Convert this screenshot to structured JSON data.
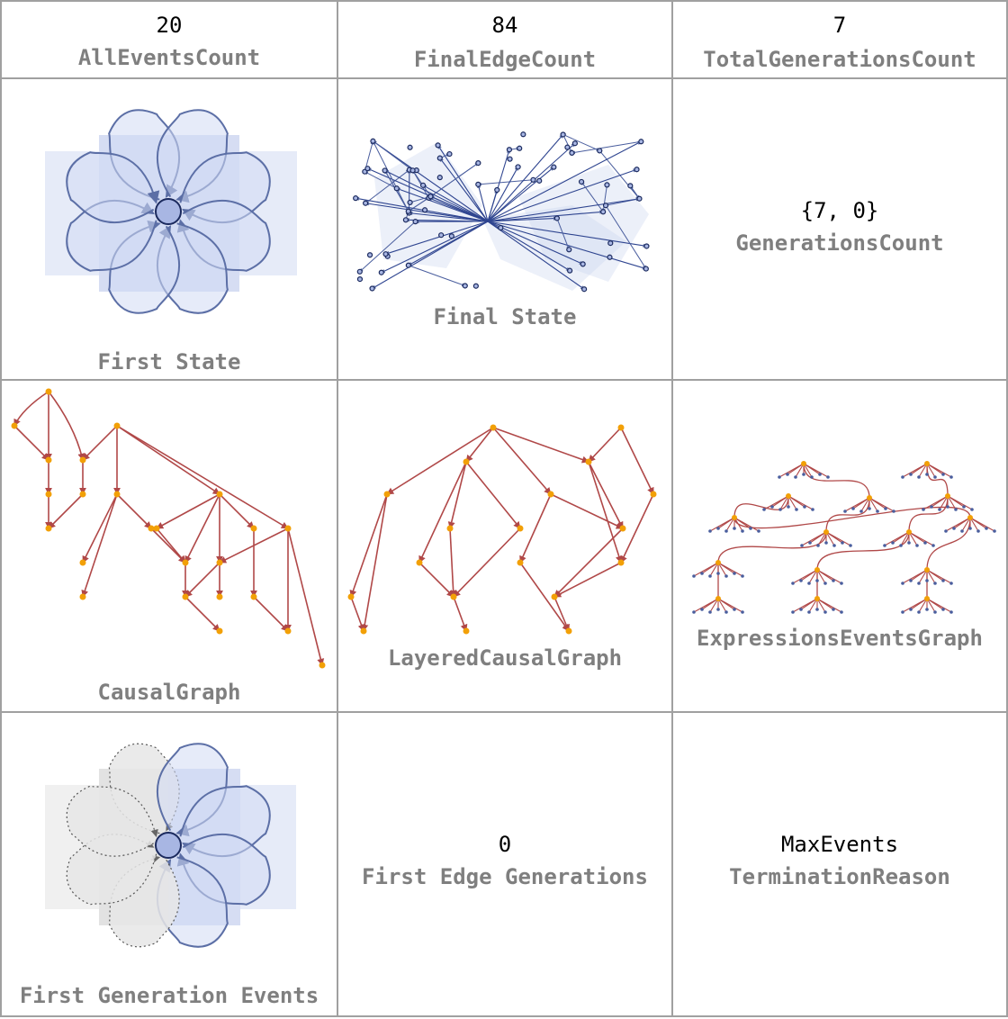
{
  "cells": {
    "all_events": {
      "value": "20",
      "label": "AllEventsCount"
    },
    "final_edge": {
      "value": "84",
      "label": "FinalEdgeCount"
    },
    "total_gen": {
      "value": "7",
      "label": "TotalGenerationsCount"
    },
    "first_state": {
      "label": "First State"
    },
    "final_state": {
      "label": "Final State"
    },
    "gen_count": {
      "value": "{7, 0}",
      "label": "GenerationsCount"
    },
    "causal": {
      "label": "CausalGraph"
    },
    "layered": {
      "label": "LayeredCausalGraph"
    },
    "expressions": {
      "label": "ExpressionsEventsGraph"
    },
    "first_gen": {
      "label": "First Generation Events"
    },
    "first_edge": {
      "value": "0",
      "label": "First Edge Generations"
    },
    "termination": {
      "value": "MaxEvents",
      "label": "TerminationReason"
    }
  },
  "colors": {
    "border": "#a0a0a0",
    "hypergraph_edge": "#5c6fa6",
    "hypergraph_fill": "#dde3f5",
    "vertex_fill": "#a8b6e3",
    "vertex_stroke": "#1b2a5e",
    "causal_edge": "#b04848",
    "causal_vertex": "#f2a007",
    "inactive_edge": "#808080",
    "inactive_fill": "#ececec",
    "label_gray": "#7f7f7f"
  }
}
